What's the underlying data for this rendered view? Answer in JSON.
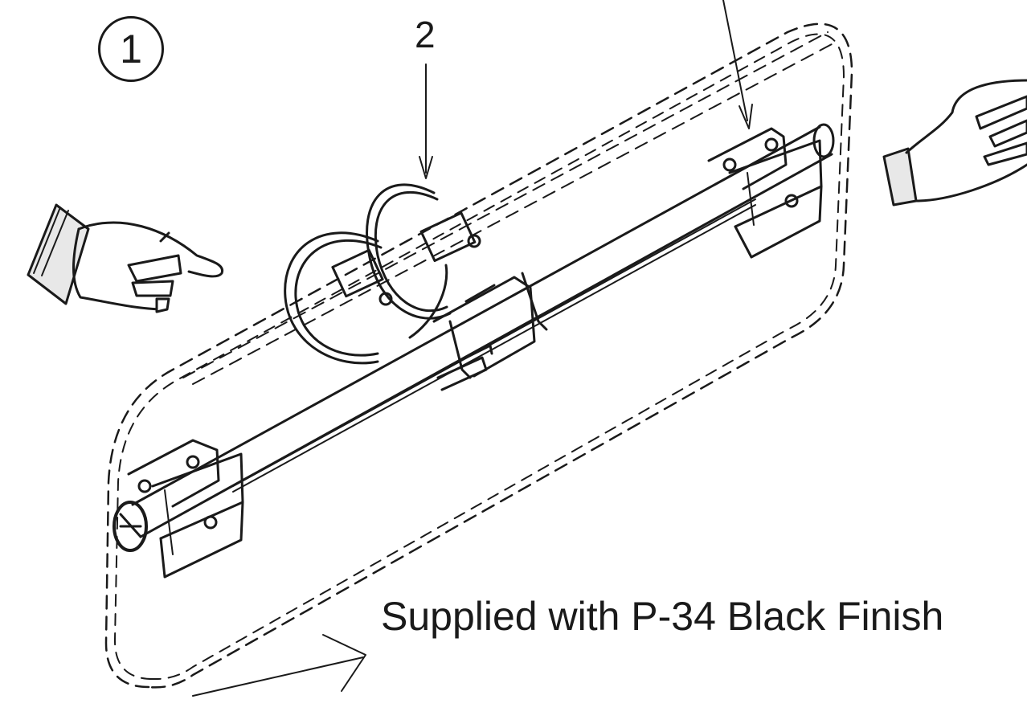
{
  "diagram": {
    "step_number": "1",
    "callout_number": "2",
    "caption": "Supplied with P-34 Black Finish",
    "ink_color": "#1a1a1a"
  }
}
